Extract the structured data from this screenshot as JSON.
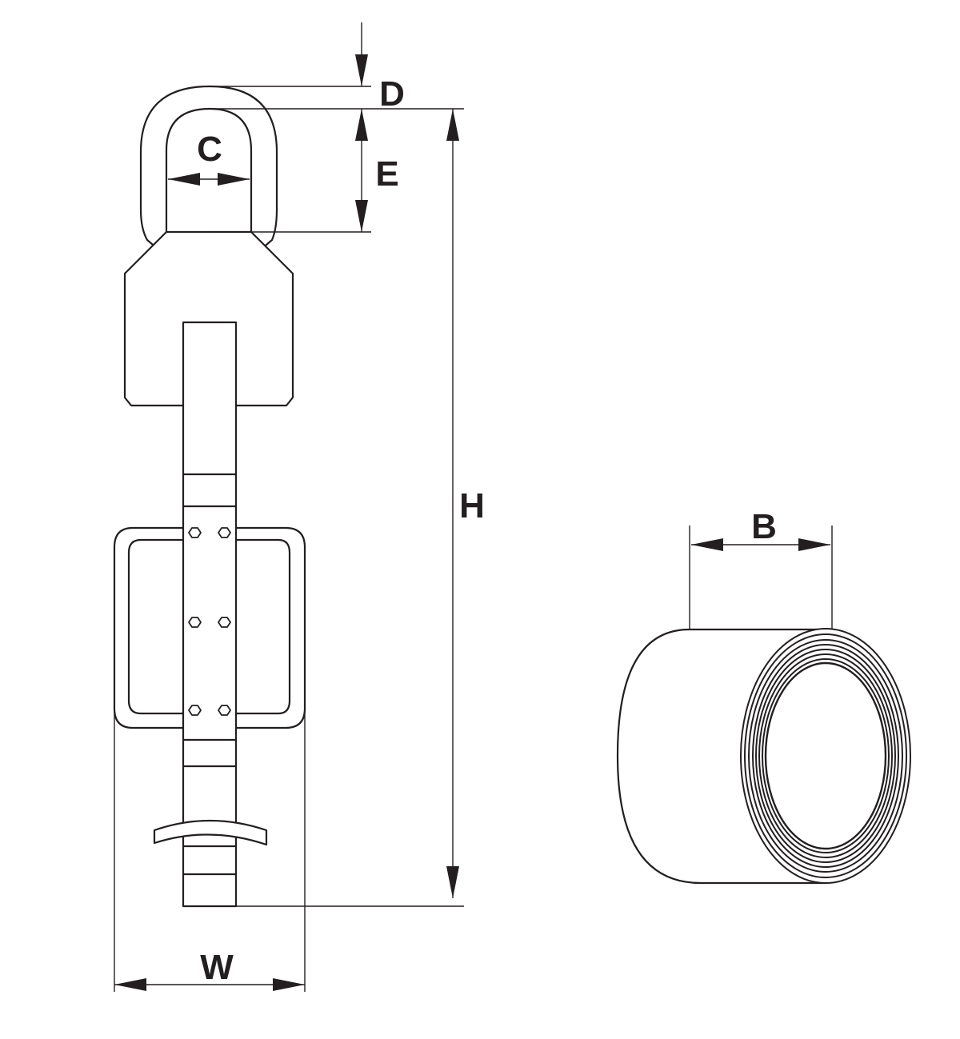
{
  "diagram": {
    "labels": {
      "d": "D",
      "e": "E",
      "c": "C",
      "h": "H",
      "w": "W",
      "b": "B"
    },
    "colors": {
      "line": "#231f20",
      "background": "#ffffff"
    }
  }
}
